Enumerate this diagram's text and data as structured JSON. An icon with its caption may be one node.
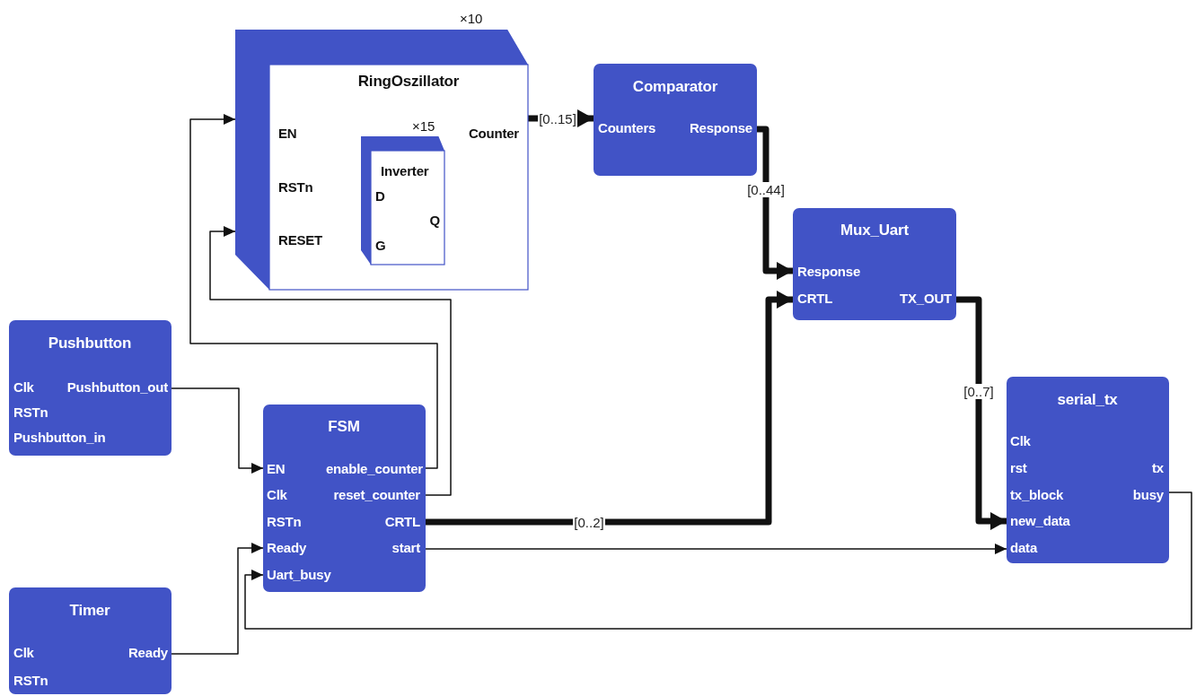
{
  "diagram": {
    "nodes": [
      {
        "text": [
          "RingOszillator",
          "EN",
          "RSTn",
          "RESET",
          "Counter"
        ],
        "beside": [
          "×10"
        ]
      },
      {
        "text": [
          "Inverter",
          "D",
          "Q",
          "G"
        ],
        "in": 0,
        "beside": [
          "×15"
        ]
      },
      {
        "text": [
          "Comparator",
          "Counters",
          "Response"
        ]
      },
      {
        "text": [
          "Mux_Uart",
          "Response",
          "CRTL",
          "TX_OUT"
        ]
      },
      {
        "text": [
          "Pushbutton",
          "Clk",
          "Pushbutton_out",
          "RSTn",
          "Pushbutton_in"
        ]
      },
      {
        "text": [
          "FSM",
          "EN",
          "enable_counter",
          "Clk",
          "reset_counter",
          "RSTn",
          "CRTL",
          "Ready",
          "start",
          "Uart_busy"
        ]
      },
      {
        "text": [
          "serial_tx",
          "Clk",
          "rst",
          "tx",
          "tx_block",
          "busy",
          "new_data",
          "data"
        ]
      },
      {
        "text": [
          "Timer",
          "Clk",
          "Ready",
          "RSTn"
        ]
      }
    ],
    "edges": [
      {
        "from": 0,
        "to": 2,
        "arrow": "to",
        "label": "[0..15]",
        "style": "thick"
      },
      {
        "from": 2,
        "to": 3,
        "arrow": "to",
        "label": "[0..44]",
        "style": "thick"
      },
      {
        "from": 3,
        "to": 6,
        "arrow": "to",
        "label": "[0..7]",
        "style": "thick"
      },
      {
        "from": 5,
        "to": 3,
        "arrow": "to",
        "label": "[0..2]",
        "style": "thick"
      },
      {
        "from": 4,
        "to": 5,
        "arrow": "to"
      },
      {
        "from": 5,
        "to": 0,
        "arrow": "to"
      },
      {
        "from": 5,
        "to": 0,
        "arrow": "to"
      },
      {
        "from": 7,
        "to": 5,
        "arrow": "to"
      },
      {
        "from": 5,
        "to": 6,
        "arrow": "to"
      },
      {
        "from": 6,
        "to": 5,
        "arrow": "to"
      }
    ]
  }
}
